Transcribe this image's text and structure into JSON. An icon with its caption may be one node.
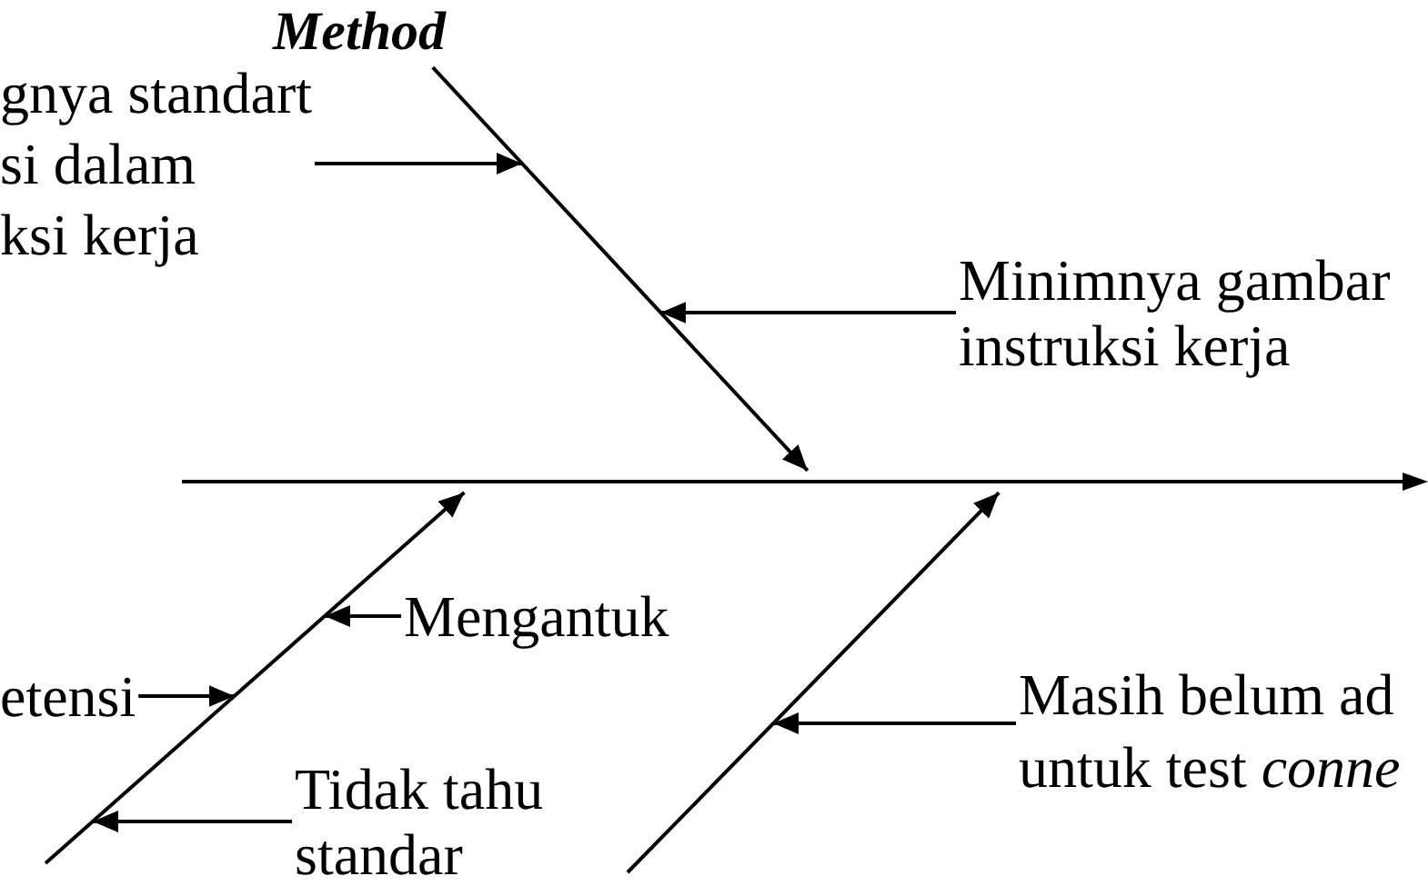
{
  "diagram": {
    "nodes": [
      {
        "text": [
          "Method"
        ]
      },
      {
        "text": [
          "gnya standart si dalam ksi kerja"
        ]
      },
      {
        "text": [
          "Minimnya gambar instruksi kerja"
        ]
      },
      {
        "text": [],
        "shape": "arrow"
      },
      {
        "text": [
          "etensi"
        ]
      },
      {
        "text": [
          "Mengantuk"
        ]
      },
      {
        "text": [
          "Tidak tahu standar"
        ]
      },
      {
        "text": [
          "Masih belum ad untuk test *conne*"
        ]
      }
    ],
    "edges": [
      {
        "from": 1,
        "to": null,
        "arrow": "to"
      },
      {
        "from": 0,
        "to": 3,
        "arrow": "to"
      },
      {
        "from": 2,
        "to": null,
        "arrow": "to"
      },
      {
        "from": null,
        "to": 3,
        "arrow": "to"
      },
      {
        "from": null,
        "to": 3,
        "arrow": "to"
      },
      {
        "from": 5,
        "to": null,
        "arrow": "to"
      },
      {
        "from": 4,
        "to": null,
        "arrow": "to"
      },
      {
        "from": 6,
        "to": null,
        "arrow": "to"
      },
      {
        "from": 7,
        "to": null,
        "arrow": "to"
      }
    ]
  }
}
